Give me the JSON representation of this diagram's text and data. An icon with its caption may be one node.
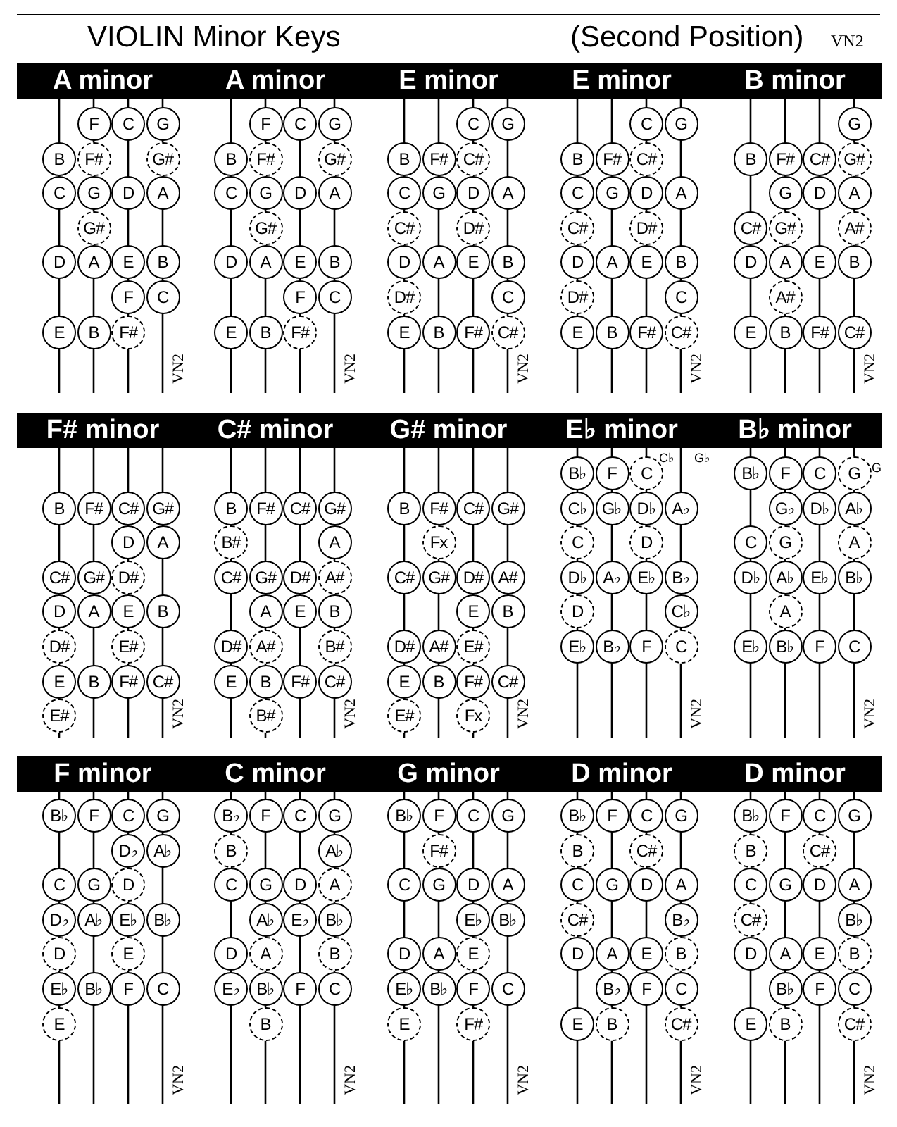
{
  "diagram": {
    "title": "VIOLIN Minor Keys",
    "nodes": [
      {
        "text": [
          "A minor"
        ],
        "beside": [
          "VN2"
        ]
      },
      {
        "text": [
          "F"
        ],
        "in": 0
      },
      {
        "text": [
          "C"
        ],
        "in": 0
      },
      {
        "text": [
          "G"
        ],
        "in": 0
      },
      {
        "text": [
          "B"
        ],
        "in": 0
      },
      {
        "text": [
          "F#"
        ],
        "in": 0
      },
      {
        "text": [
          "G#"
        ],
        "in": 0
      },
      {
        "text": [
          "C"
        ],
        "in": 0
      },
      {
        "text": [
          "G"
        ],
        "in": 0
      },
      {
        "text": [
          "D"
        ],
        "in": 0
      },
      {
        "text": [
          "A"
        ],
        "in": 0
      },
      {
        "text": [
          "G#"
        ],
        "in": 0
      },
      {
        "text": [
          "D"
        ],
        "in": 0
      },
      {
        "text": [
          "A"
        ],
        "in": 0
      },
      {
        "text": [
          "E"
        ],
        "in": 0
      },
      {
        "text": [
          "B"
        ],
        "in": 0
      },
      {
        "text": [
          "F"
        ],
        "in": 0
      },
      {
        "text": [
          "C"
        ],
        "in": 0
      },
      {
        "text": [
          "E"
        ],
        "in": 0
      },
      {
        "text": [
          "B"
        ],
        "in": 0
      },
      {
        "text": [
          "F#"
        ],
        "in": 0
      },
      {
        "text": [
          "A minor"
        ],
        "beside": [
          "VN2"
        ]
      },
      {
        "text": [
          "F"
        ],
        "in": 21
      },
      {
        "text": [
          "C"
        ],
        "in": 21
      },
      {
        "text": [
          "G"
        ],
        "in": 21
      },
      {
        "text": [
          "B"
        ],
        "in": 21
      },
      {
        "text": [
          "F#"
        ],
        "in": 21
      },
      {
        "text": [
          "G#"
        ],
        "in": 21
      },
      {
        "text": [
          "C"
        ],
        "in": 21
      },
      {
        "text": [
          "G"
        ],
        "in": 21
      },
      {
        "text": [
          "D"
        ],
        "in": 21
      },
      {
        "text": [
          "A"
        ],
        "in": 21
      },
      {
        "text": [
          "G#"
        ],
        "in": 21
      },
      {
        "text": [
          "D"
        ],
        "in": 21
      },
      {
        "text": [
          "A"
        ],
        "in": 21
      },
      {
        "text": [
          "E"
        ],
        "in": 21
      },
      {
        "text": [
          "B"
        ],
        "in": 21
      },
      {
        "text": [
          "F"
        ],
        "in": 21
      },
      {
        "text": [
          "C"
        ],
        "in": 21
      },
      {
        "text": [
          "E"
        ],
        "in": 21
      },
      {
        "text": [
          "B"
        ],
        "in": 21
      },
      {
        "text": [
          "F#"
        ],
        "in": 21
      },
      {
        "text": [
          "E minor"
        ],
        "beside": [
          "VN2"
        ]
      },
      {
        "text": [
          "C"
        ],
        "in": 42
      },
      {
        "text": [
          "G"
        ],
        "in": 42
      },
      {
        "text": [
          "B"
        ],
        "in": 42
      },
      {
        "text": [
          "F#"
        ],
        "in": 42
      },
      {
        "text": [
          "C#"
        ],
        "in": 42
      },
      {
        "text": [
          "C"
        ],
        "in": 42
      },
      {
        "text": [
          "G"
        ],
        "in": 42
      },
      {
        "text": [
          "D"
        ],
        "in": 42
      },
      {
        "text": [
          "A"
        ],
        "in": 42
      },
      {
        "text": [
          "C#"
        ],
        "in": 42
      },
      {
        "text": [
          "D#"
        ],
        "in": 42
      },
      {
        "text": [
          "D"
        ],
        "in": 42
      },
      {
        "text": [
          "A"
        ],
        "in": 42
      },
      {
        "text": [
          "E"
        ],
        "in": 42
      },
      {
        "text": [
          "B"
        ],
        "in": 42
      },
      {
        "text": [
          "D#"
        ],
        "in": 42
      },
      {
        "text": [
          "C"
        ],
        "in": 42
      },
      {
        "text": [
          "E"
        ],
        "in": 42
      },
      {
        "text": [
          "B"
        ],
        "in": 42
      },
      {
        "text": [
          "F#"
        ],
        "in": 42
      },
      {
        "text": [
          "C#"
        ],
        "in": 42
      },
      {
        "text": [
          "E minor"
        ],
        "beside": [
          "VN2"
        ]
      },
      {
        "text": [
          "C"
        ],
        "in": 64
      },
      {
        "text": [
          "G"
        ],
        "in": 64
      },
      {
        "text": [
          "B"
        ],
        "in": 64
      },
      {
        "text": [
          "F#"
        ],
        "in": 64
      },
      {
        "text": [
          "C#"
        ],
        "in": 64
      },
      {
        "text": [
          "C"
        ],
        "in": 64
      },
      {
        "text": [
          "G"
        ],
        "in": 64
      },
      {
        "text": [
          "D"
        ],
        "in": 64
      },
      {
        "text": [
          "A"
        ],
        "in": 64
      },
      {
        "text": [
          "C#"
        ],
        "in": 64
      },
      {
        "text": [
          "D#"
        ],
        "in": 64
      },
      {
        "text": [
          "D"
        ],
        "in": 64
      },
      {
        "text": [
          "A"
        ],
        "in": 64
      },
      {
        "text": [
          "E"
        ],
        "in": 64
      },
      {
        "text": [
          "B"
        ],
        "in": 64
      },
      {
        "text": [
          "D#"
        ],
        "in": 64
      },
      {
        "text": [
          "C"
        ],
        "in": 64
      },
      {
        "text": [
          "E"
        ],
        "in": 64
      },
      {
        "text": [
          "B"
        ],
        "in": 64
      },
      {
        "text": [
          "F#"
        ],
        "in": 64
      },
      {
        "text": [
          "C#"
        ],
        "in": 64
      },
      {
        "text": [
          "B minor"
        ],
        "beside": [
          "VN2"
        ]
      },
      {
        "text": [
          "G"
        ],
        "in": 86
      },
      {
        "text": [
          "B"
        ],
        "in": 86
      },
      {
        "text": [
          "F#"
        ],
        "in": 86
      },
      {
        "text": [
          "C#"
        ],
        "in": 86
      },
      {
        "text": [
          "G#"
        ],
        "in": 86
      },
      {
        "text": [
          "G"
        ],
        "in": 86
      },
      {
        "text": [
          "D"
        ],
        "in": 86
      },
      {
        "text": [
          "A"
        ],
        "in": 86
      },
      {
        "text": [
          "C#"
        ],
        "in": 86
      },
      {
        "text": [
          "G#"
        ],
        "in": 86
      },
      {
        "text": [
          "A#"
        ],
        "in": 86
      },
      {
        "text": [
          "D"
        ],
        "in": 86
      },
      {
        "text": [
          "A"
        ],
        "in": 86
      },
      {
        "text": [
          "E"
        ],
        "in": 86
      },
      {
        "text": [
          "B"
        ],
        "in": 86
      },
      {
        "text": [
          "A#"
        ],
        "in": 86
      },
      {
        "text": [
          "E"
        ],
        "in": 86
      },
      {
        "text": [
          "B"
        ],
        "in": 86
      },
      {
        "text": [
          "F#"
        ],
        "in": 86
      },
      {
        "text": [
          "C#"
        ],
        "in": 86
      },
      {
        "text": [
          "F# minor"
        ],
        "beside": [
          "VN2"
        ]
      },
      {
        "text": [
          "B"
        ],
        "in": 107
      },
      {
        "text": [
          "F#"
        ],
        "in": 107
      },
      {
        "text": [
          "C#"
        ],
        "in": 107
      },
      {
        "text": [
          "G#"
        ],
        "in": 107
      },
      {
        "text": [
          "D"
        ],
        "in": 107
      },
      {
        "text": [
          "A"
        ],
        "in": 107
      },
      {
        "text": [
          "C#"
        ],
        "in": 107
      },
      {
        "text": [
          "G#"
        ],
        "in": 107
      },
      {
        "text": [
          "D#"
        ],
        "in": 107
      },
      {
        "text": [
          "D"
        ],
        "in": 107
      },
      {
        "text": [
          "A"
        ],
        "in": 107
      },
      {
        "text": [
          "E"
        ],
        "in": 107
      },
      {
        "text": [
          "B"
        ],
        "in": 107
      },
      {
        "text": [
          "D#"
        ],
        "in": 107
      },
      {
        "text": [
          "E#"
        ],
        "in": 107
      },
      {
        "text": [
          "E"
        ],
        "in": 107
      },
      {
        "text": [
          "B"
        ],
        "in": 107
      },
      {
        "text": [
          "F#"
        ],
        "in": 107
      },
      {
        "text": [
          "C#"
        ],
        "in": 107
      },
      {
        "text": [
          "E#"
        ],
        "in": 107
      },
      {
        "text": [
          "C# minor"
        ],
        "beside": [
          "VN2"
        ]
      },
      {
        "text": [
          "B"
        ],
        "in": 128
      },
      {
        "text": [
          "F#"
        ],
        "in": 128
      },
      {
        "text": [
          "C#"
        ],
        "in": 128
      },
      {
        "text": [
          "G#"
        ],
        "in": 128
      },
      {
        "text": [
          "B#"
        ],
        "in": 128
      },
      {
        "text": [
          "A"
        ],
        "in": 128
      },
      {
        "text": [
          "C#"
        ],
        "in": 128
      },
      {
        "text": [
          "G#"
        ],
        "in": 128
      },
      {
        "text": [
          "D#"
        ],
        "in": 128
      },
      {
        "text": [
          "A#"
        ],
        "in": 128
      },
      {
        "text": [
          "A"
        ],
        "in": 128
      },
      {
        "text": [
          "E"
        ],
        "in": 128
      },
      {
        "text": [
          "B"
        ],
        "in": 128
      },
      {
        "text": [
          "D#"
        ],
        "in": 128
      },
      {
        "text": [
          "A#"
        ],
        "in": 128
      },
      {
        "text": [
          "B#"
        ],
        "in": 128
      },
      {
        "text": [
          "E"
        ],
        "in": 128
      },
      {
        "text": [
          "B"
        ],
        "in": 128
      },
      {
        "text": [
          "F#"
        ],
        "in": 128
      },
      {
        "text": [
          "C#"
        ],
        "in": 128
      },
      {
        "text": [
          "B#"
        ],
        "in": 128
      },
      {
        "text": [
          "G# minor"
        ],
        "beside": [
          "VN2"
        ]
      },
      {
        "text": [
          "B"
        ],
        "in": 150
      },
      {
        "text": [
          "F#"
        ],
        "in": 150
      },
      {
        "text": [
          "C#"
        ],
        "in": 150
      },
      {
        "text": [
          "G#"
        ],
        "in": 150
      },
      {
        "text": [
          "Fx"
        ],
        "in": 150
      },
      {
        "text": [
          "C#"
        ],
        "in": 150
      },
      {
        "text": [
          "G#"
        ],
        "in": 150
      },
      {
        "text": [
          "D#"
        ],
        "in": 150
      },
      {
        "text": [
          "A#"
        ],
        "in": 150
      },
      {
        "text": [
          "E"
        ],
        "in": 150
      },
      {
        "text": [
          "B"
        ],
        "in": 150
      },
      {
        "text": [
          "D#"
        ],
        "in": 150
      },
      {
        "text": [
          "A#"
        ],
        "in": 150
      },
      {
        "text": [
          "E#"
        ],
        "in": 150
      },
      {
        "text": [
          "E"
        ],
        "in": 150
      },
      {
        "text": [
          "B"
        ],
        "in": 150
      },
      {
        "text": [
          "F#"
        ],
        "in": 150
      },
      {
        "text": [
          "C#"
        ],
        "in": 150
      },
      {
        "text": [
          "E#"
        ],
        "in": 150
      },
      {
        "text": [
          "Fx"
        ],
        "in": 150
      },
      {
        "text": [
          "E♭ minor"
        ],
        "beside": [
          "VN2"
        ]
      },
      {
        "text": [
          "B♭"
        ],
        "in": 171
      },
      {
        "text": [
          "F"
        ],
        "in": 171
      },
      {
        "text": [
          "C"
        ],
        "in": 171
      },
      {
        "text": [
          "C♭"
        ],
        "in": 171
      },
      {
        "text": [
          "G♭"
        ],
        "in": 171
      },
      {
        "text": [
          "D♭"
        ],
        "in": 171
      },
      {
        "text": [
          "A♭"
        ],
        "in": 171
      },
      {
        "text": [
          "C"
        ],
        "in": 171
      },
      {
        "text": [
          "D"
        ],
        "in": 171
      },
      {
        "text": [
          "D♭"
        ],
        "in": 171
      },
      {
        "text": [
          "A♭"
        ],
        "in": 171
      },
      {
        "text": [
          "E♭"
        ],
        "in": 171
      },
      {
        "text": [
          "B♭"
        ],
        "in": 171
      },
      {
        "text": [
          "D"
        ],
        "in": 171
      },
      {
        "text": [
          "C♭"
        ],
        "in": 171
      },
      {
        "text": [
          "E♭"
        ],
        "in": 171
      },
      {
        "text": [
          "B♭"
        ],
        "in": 171
      },
      {
        "text": [
          "F"
        ],
        "in": 171
      },
      {
        "text": [
          "C"
        ],
        "in": 171
      },
      {
        "text": [
          "B♭ minor"
        ],
        "beside": [
          "VN2"
        ]
      },
      {
        "text": [
          "B♭"
        ],
        "in": 191
      },
      {
        "text": [
          "F"
        ],
        "in": 191
      },
      {
        "text": [
          "C"
        ],
        "in": 191
      },
      {
        "text": [
          "G"
        ],
        "in": 191
      },
      {
        "text": [
          "G♭"
        ],
        "in": 191
      },
      {
        "text": [
          "D♭"
        ],
        "in": 191
      },
      {
        "text": [
          "A♭"
        ],
        "in": 191
      },
      {
        "text": [
          "C"
        ],
        "in": 191
      },
      {
        "text": [
          "G"
        ],
        "in": 191
      },
      {
        "text": [
          "A"
        ],
        "in": 191
      },
      {
        "text": [
          "D♭"
        ],
        "in": 191
      },
      {
        "text": [
          "A♭"
        ],
        "in": 191
      },
      {
        "text": [
          "E♭"
        ],
        "in": 191
      },
      {
        "text": [
          "B♭"
        ],
        "in": 191
      },
      {
        "text": [
          "A"
        ],
        "in": 191
      },
      {
        "text": [
          "E♭"
        ],
        "in": 191
      },
      {
        "text": [
          "B♭"
        ],
        "in": 191
      },
      {
        "text": [
          "F"
        ],
        "in": 191
      },
      {
        "text": [
          "C"
        ],
        "in": 191
      },
      {
        "text": [
          "F minor"
        ],
        "beside": [
          "VN2"
        ]
      },
      {
        "text": [
          "B♭"
        ],
        "in": 211
      },
      {
        "text": [
          "F"
        ],
        "in": 211
      },
      {
        "text": [
          "C"
        ],
        "in": 211
      },
      {
        "text": [
          "G"
        ],
        "in": 211
      },
      {
        "text": [
          "D♭"
        ],
        "in": 211
      },
      {
        "text": [
          "A♭"
        ],
        "in": 211
      },
      {
        "text": [
          "C"
        ],
        "in": 211
      },
      {
        "text": [
          "G"
        ],
        "in": 211
      },
      {
        "text": [
          "D"
        ],
        "in": 211
      },
      {
        "text": [
          "D♭"
        ],
        "in": 211
      },
      {
        "text": [
          "A♭"
        ],
        "in": 211
      },
      {
        "text": [
          "E♭"
        ],
        "in": 211
      },
      {
        "text": [
          "B♭"
        ],
        "in": 211
      },
      {
        "text": [
          "D"
        ],
        "in": 211
      },
      {
        "text": [
          "E"
        ],
        "in": 211
      },
      {
        "text": [
          "E♭"
        ],
        "in": 211
      },
      {
        "text": [
          "B♭"
        ],
        "in": 211
      },
      {
        "text": [
          "F"
        ],
        "in": 211
      },
      {
        "text": [
          "C"
        ],
        "in": 211
      },
      {
        "text": [
          "E"
        ],
        "in": 211
      },
      {
        "text": [
          "C minor"
        ],
        "beside": [
          "VN2"
        ]
      },
      {
        "text": [
          "B♭"
        ],
        "in": 232
      },
      {
        "text": [
          "F"
        ],
        "in": 232
      },
      {
        "text": [
          "C"
        ],
        "in": 232
      },
      {
        "text": [
          "G"
        ],
        "in": 232
      },
      {
        "text": [
          "B"
        ],
        "in": 232
      },
      {
        "text": [
          "A♭"
        ],
        "in": 232
      },
      {
        "text": [
          "C"
        ],
        "in": 232
      },
      {
        "text": [
          "G"
        ],
        "in": 232
      },
      {
        "text": [
          "D"
        ],
        "in": 232
      },
      {
        "text": [
          "A"
        ],
        "in": 232
      },
      {
        "text": [
          "A♭"
        ],
        "in": 232
      },
      {
        "text": [
          "E♭"
        ],
        "in": 232
      },
      {
        "text": [
          "B♭"
        ],
        "in": 232
      },
      {
        "text": [
          "D"
        ],
        "in": 232
      },
      {
        "text": [
          "A"
        ],
        "in": 232
      },
      {
        "text": [
          "B"
        ],
        "in": 232
      },
      {
        "text": [
          "E♭"
        ],
        "in": 232
      },
      {
        "text": [
          "B♭"
        ],
        "in": 232
      },
      {
        "text": [
          "F"
        ],
        "in": 232
      },
      {
        "text": [
          "C"
        ],
        "in": 232
      },
      {
        "text": [
          "B"
        ],
        "in": 232
      },
      {
        "text": [
          "G minor"
        ],
        "beside": [
          "VN2"
        ]
      },
      {
        "text": [
          "B♭"
        ],
        "in": 254
      },
      {
        "text": [
          "F"
        ],
        "in": 254
      },
      {
        "text": [
          "C"
        ],
        "in": 254
      },
      {
        "text": [
          "G"
        ],
        "in": 254
      },
      {
        "text": [
          "F#"
        ],
        "in": 254
      },
      {
        "text": [
          "C"
        ],
        "in": 254
      },
      {
        "text": [
          "G"
        ],
        "in": 254
      },
      {
        "text": [
          "D"
        ],
        "in": 254
      },
      {
        "text": [
          "A"
        ],
        "in": 254
      },
      {
        "text": [
          "E♭"
        ],
        "in": 254
      },
      {
        "text": [
          "B♭"
        ],
        "in": 254
      },
      {
        "text": [
          "D"
        ],
        "in": 254
      },
      {
        "text": [
          "A"
        ],
        "in": 254
      },
      {
        "text": [
          "E"
        ],
        "in": 254
      },
      {
        "text": [
          "E♭"
        ],
        "in": 254
      },
      {
        "text": [
          "B♭"
        ],
        "in": 254
      },
      {
        "text": [
          "F"
        ],
        "in": 254
      },
      {
        "text": [
          "C"
        ],
        "in": 254
      },
      {
        "text": [
          "E"
        ],
        "in": 254
      },
      {
        "text": [
          "F#"
        ],
        "in": 254
      },
      {
        "text": [
          "D minor"
        ],
        "beside": [
          "VN2"
        ]
      },
      {
        "text": [
          "B♭"
        ],
        "in": 275
      },
      {
        "text": [
          "F"
        ],
        "in": 275
      },
      {
        "text": [
          "C"
        ],
        "in": 275
      },
      {
        "text": [
          "G"
        ],
        "in": 275
      },
      {
        "text": [
          "B"
        ],
        "in": 275
      },
      {
        "text": [
          "C#"
        ],
        "in": 275
      },
      {
        "text": [
          "C"
        ],
        "in": 275
      },
      {
        "text": [
          "G"
        ],
        "in": 275
      },
      {
        "text": [
          "D"
        ],
        "in": 275
      },
      {
        "text": [
          "A"
        ],
        "in": 275
      },
      {
        "text": [
          "C#"
        ],
        "in": 275
      },
      {
        "text": [
          "B♭"
        ],
        "in": 275
      },
      {
        "text": [
          "D"
        ],
        "in": 275
      },
      {
        "text": [
          "A"
        ],
        "in": 275
      },
      {
        "text": [
          "E"
        ],
        "in": 275
      },
      {
        "text": [
          "B"
        ],
        "in": 275
      },
      {
        "text": [
          "B♭"
        ],
        "in": 275
      },
      {
        "text": [
          "F"
        ],
        "in": 275
      },
      {
        "text": [
          "C"
        ],
        "in": 275
      },
      {
        "text": [
          "E"
        ],
        "in": 275
      },
      {
        "text": [
          "B"
        ],
        "in": 275
      },
      {
        "text": [
          "C#"
        ],
        "in": 275
      },
      {
        "text": [
          "D minor"
        ],
        "beside": [
          "VN2"
        ]
      },
      {
        "text": [
          "B♭"
        ],
        "in": 298
      },
      {
        "text": [
          "F"
        ],
        "in": 298
      },
      {
        "text": [
          "C"
        ],
        "in": 298
      },
      {
        "text": [
          "G"
        ],
        "in": 298
      },
      {
        "text": [
          "B"
        ],
        "in": 298
      },
      {
        "text": [
          "C#"
        ],
        "in": 298
      },
      {
        "text": [
          "C"
        ],
        "in": 298
      },
      {
        "text": [
          "G"
        ],
        "in": 298
      },
      {
        "text": [
          "D"
        ],
        "in": 298
      },
      {
        "text": [
          "A"
        ],
        "in": 298
      },
      {
        "text": [
          "C#"
        ],
        "in": 298
      },
      {
        "text": [
          "B♭"
        ],
        "in": 298
      },
      {
        "text": [
          "D"
        ],
        "in": 298
      },
      {
        "text": [
          "A"
        ],
        "in": 298
      },
      {
        "text": [
          "E"
        ],
        "in": 298
      },
      {
        "text": [
          "B"
        ],
        "in": 298
      },
      {
        "text": [
          "B♭"
        ],
        "in": 298
      },
      {
        "text": [
          "F"
        ],
        "in": 298
      },
      {
        "text": [
          "C"
        ],
        "in": 298
      },
      {
        "text": [
          "E"
        ],
        "in": 298
      },
      {
        "text": [
          "B"
        ],
        "in": 298
      },
      {
        "text": [
          "C#"
        ],
        "in": 298
      }
    ],
    "labels": [
      "(Second Position)",
      "VN2",
      "C♭",
      "G♭",
      "G"
    ]
  }
}
